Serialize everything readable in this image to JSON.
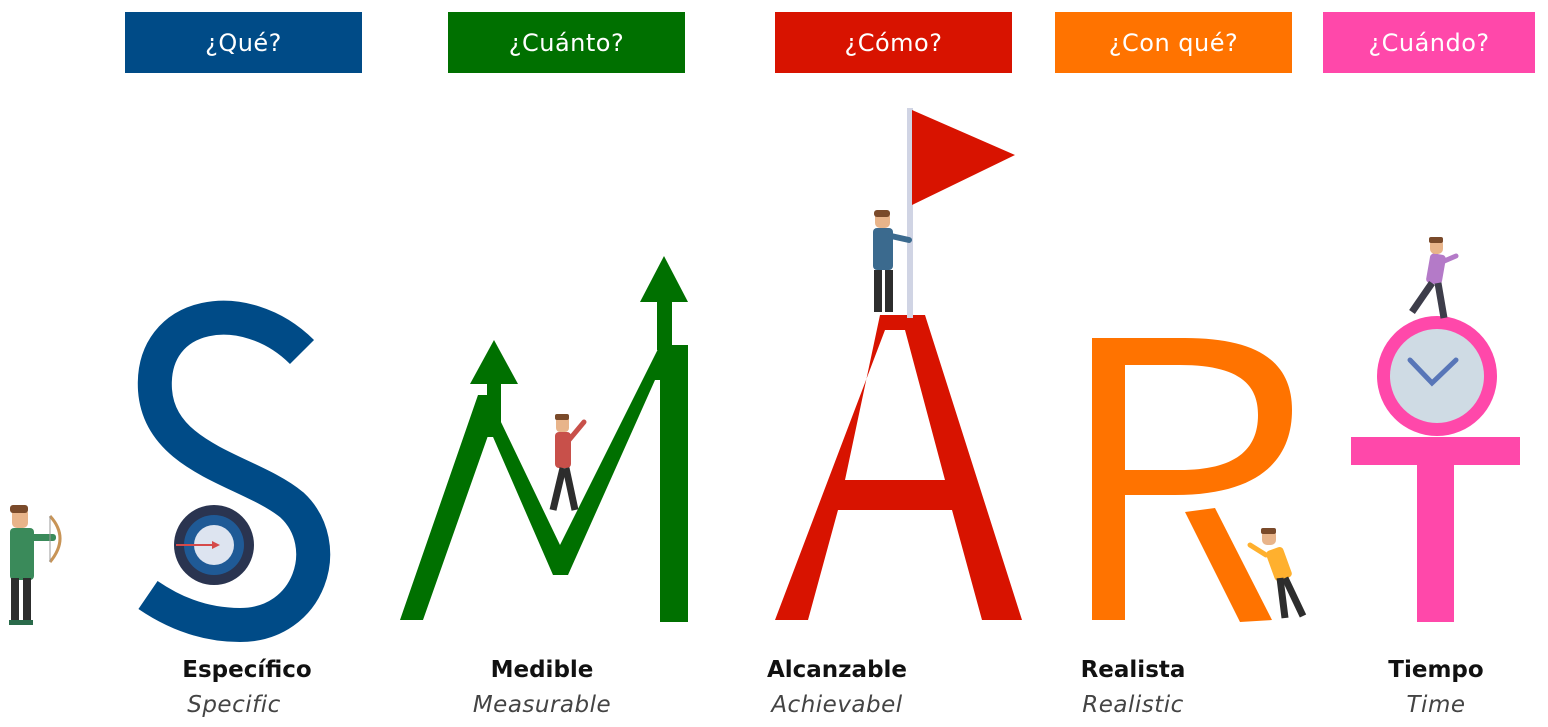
{
  "columns": [
    {
      "question": "¿Qué?",
      "term": "Específico",
      "english": "Specific",
      "color": "#004b87"
    },
    {
      "question": "¿Cuánto?",
      "term": "Medible",
      "english": "Measurable",
      "color": "#007000"
    },
    {
      "question": "¿Cómo?",
      "term": "Alcanzable",
      "english": "Achievabel",
      "color": "#d81300"
    },
    {
      "question": "¿Con qué?",
      "term": "Realista",
      "english": "Realistic",
      "color": "#ff7300"
    },
    {
      "question": "¿Cuándo?",
      "term": "Tiempo",
      "english": "Time",
      "color": "#ff48aa"
    }
  ]
}
